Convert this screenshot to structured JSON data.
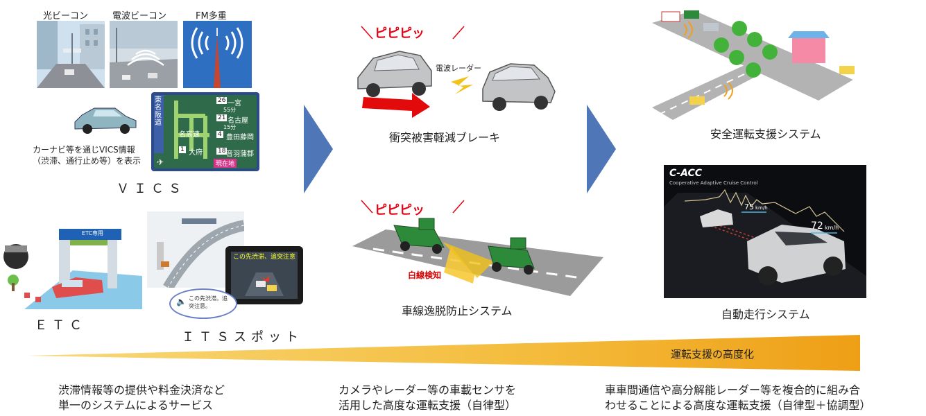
{
  "vics": {
    "beacons": [
      "光ビーコン",
      "電波ビーコン",
      "FM多重"
    ],
    "note_line1": "カーナビ等を通じVICS情報",
    "note_line2": "（渋滞、通行止め等）を表示",
    "label": "ＶＩＣＳ",
    "map": {
      "route_nums": [
        "26",
        "21",
        "4",
        "1",
        "18"
      ],
      "dests": [
        "一宮",
        "名古屋",
        "豊田藤岡",
        "大府",
        "音羽蒲郡"
      ],
      "times": [
        "55分",
        "15分"
      ],
      "center_label": "名高速",
      "side_text": "東名阪道",
      "here": "現在地"
    }
  },
  "etc": {
    "label": "ＥＴＣ",
    "gate_text": "ETC専用"
  },
  "itsspot": {
    "label": "ＩＴＳスポット",
    "screen_text": "この先渋滞、追突注意",
    "bubble_text": "この先渋滞。追突注意。"
  },
  "collision": {
    "beep": "ピピピッ",
    "radar": "電波レーダー",
    "label": "衝突被害軽減ブレーキ"
  },
  "lane": {
    "beep": "ピピピッ",
    "detect": "白線検知",
    "label": "車線逸脱防止システム"
  },
  "safety": {
    "label": "安全運転支援システム"
  },
  "auto": {
    "label": "自動走行システム",
    "cacc_title": "C-ACC",
    "cacc_sub": "Cooperative Adaptive Cruise Control",
    "speed1": "75",
    "speed2": "72",
    "unit": "km/h"
  },
  "progress_label": "運転支援の高度化",
  "descriptions": {
    "left": [
      "渋滞情報等の提供や料金決済など",
      "単一のシステムによるサービス"
    ],
    "middle": [
      "カメラやレーダー等の車載センサを",
      "活用した高度な運転支援（自律型）"
    ],
    "right": [
      "車車間通信や高分解能レーダー等を複合的に組み合",
      "わせることによる高度な運転支援（自律型＋協調型）"
    ]
  },
  "colors": {
    "arrow": "#4f76b6",
    "wedge_start": "#f7ce55",
    "wedge_end": "#ee9f16",
    "beep": "#e60012",
    "detect": "#d40000"
  }
}
